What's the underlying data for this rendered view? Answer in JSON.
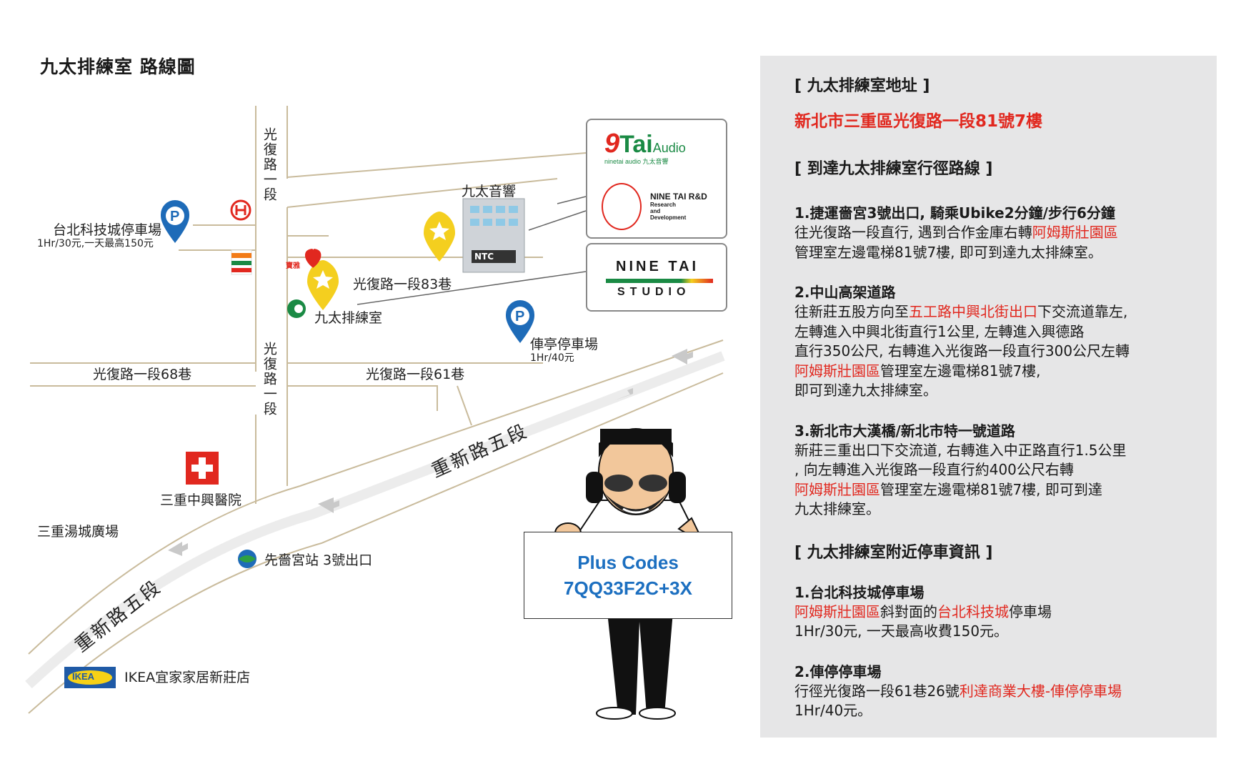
{
  "page_title": "九太排練室 路線圖",
  "map": {
    "roads": {
      "guangfu_sec1_top": "光復路一段",
      "guangfu_sec1_bottom": "光復路一段",
      "lane83": "光復路一段83巷",
      "lane68": "光復路一段68巷",
      "lane61": "光復路一段61巷",
      "chongxin_top": "重新路五段",
      "chongxin_bottom": "重新路五段"
    },
    "places": {
      "taipei_tech_parking": "台北科技城停車場",
      "taipei_tech_parking_price": "1Hr/30元,一天最高150元",
      "ninetai_audio": "九太音響",
      "studio": "九太排練室",
      "times_parking": "俥亭停車場",
      "times_parking_price": "1Hr/40元",
      "hospital": "三重中興醫院",
      "plaza": "三重湯城廣場",
      "mrt_station": "先嗇宮站 3號出口",
      "ikea": "IKEA宜家家居新莊店",
      "ntc_sign": "NTC",
      "poya_text": "寶雅"
    },
    "logos": {
      "audio_brand_main": "Tai",
      "audio_brand_suffix": "Audio",
      "audio_brand_sub": "ninetai audio 九太音響",
      "rnd_title": "NINE TAI R&D",
      "rnd_line1": "Research",
      "rnd_line2": "and",
      "rnd_line3": "Development",
      "studio_line1": "NINE TAI",
      "studio_line2": "STUDIO",
      "ikea_logo": "IKEA"
    },
    "plus_codes": {
      "label": "Plus Codes",
      "code": "7QQ33F2C+3X"
    }
  },
  "panel": {
    "address_heading": "[ 九太排練室地址 ]",
    "address": "新北市三重區光復路一段81號7樓",
    "routes_heading": "[ 到達九太排練室行徑路線 ]",
    "route1_title": "1.捷運嗇宮3號出口, 騎乘Ubike2分鐘/步行6分鐘",
    "route1_l1a": "往光復路一段直行, 遇到合作金庫右轉",
    "route1_l1b": "阿姆斯壯園區",
    "route1_l2": "管理室左邊電梯81號7樓, 即可到達九太排練室。",
    "route2_title": "2.中山高架道路",
    "route2_l1a": "往新莊五股方向至",
    "route2_l1b": "五工路中興北街出口",
    "route2_l1c": "下交流道靠左,",
    "route2_l2": "左轉進入中興北街直行1公里, 左轉進入興德路",
    "route2_l3": "直行350公尺, 右轉進入光復路一段直行300公尺左轉",
    "route2_l4a": "阿姆斯壯園區",
    "route2_l4b": "管理室左邊電梯81號7樓,",
    "route2_l5": "即可到達九太排練室。",
    "route3_title": "3.新北市大漢橋/新北市特一號道路",
    "route3_l1": "新莊三重出口下交流道, 右轉進入中正路直行1.5公里",
    "route3_l2": ", 向左轉進入光復路一段直行約400公尺右轉",
    "route3_l3a": "阿姆斯壯園區",
    "route3_l3b": "管理室左邊電梯81號7樓, 即可到達",
    "route3_l4": "九太排練室。",
    "parking_heading": "[ 九太排練室附近停車資訊 ]",
    "park1_title": "1.台北科技城停車場",
    "park1_l1a": "阿姆斯壯園區",
    "park1_l1b": "斜對面的",
    "park1_l1c": "台北科技城",
    "park1_l1d": "停車場",
    "park1_l2": "1Hr/30元, 一天最高收費150元。",
    "park2_title": "2.俥停停車場",
    "park2_l1a": "行徑光復路一段61巷26號",
    "park2_l1b": "利達商業大樓-俥停停車場",
    "park2_l2": "1Hr/40元。"
  },
  "colors": {
    "accent_red": "#e1281f",
    "plus_blue": "#1c6fc0",
    "road": "#c9bb9c",
    "panel_bg": "#e6e6e7",
    "star_yellow": "#f4cf1f",
    "parking_blue": "#1e6bb8"
  }
}
